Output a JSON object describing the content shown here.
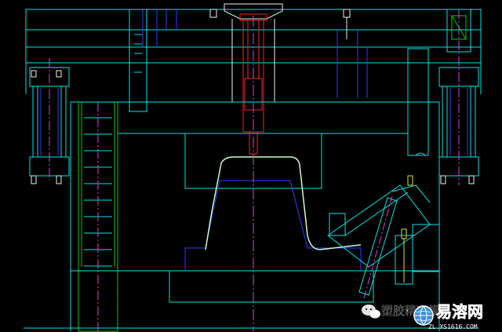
{
  "colors": {
    "background": "#000000",
    "cyan": "#00e5e5",
    "blue": "#2f3fff",
    "red": "#ff2020",
    "magenta": "#e040e0",
    "yellow": "#e8e800",
    "green": "#00d000",
    "white": "#f0f0f0",
    "light_green": "#c8ffc8"
  },
  "watermark": {
    "channel_icon": "wechat-icon",
    "channel_text": "塑胶精密模具",
    "logo_icon": "globe-logo-icon",
    "logo_text": "易溶网",
    "logo_subtext": "ZL.XS1616.COM"
  }
}
